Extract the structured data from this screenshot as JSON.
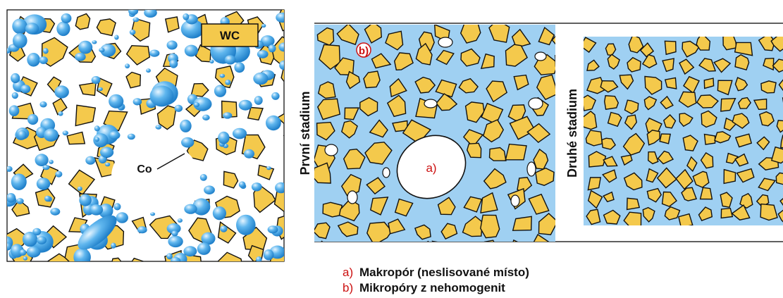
{
  "panel1": {
    "labels": {
      "wc": "WC",
      "co": "Co"
    }
  },
  "panel2": {
    "stage_label": "První stadium",
    "macropore_marker": "a)",
    "micropore_marker": "b)"
  },
  "panel3": {
    "stage_label": "Druhé stadium"
  },
  "legend": {
    "items": [
      {
        "key": "a)",
        "text": "Makropór (neslisované místo)"
      },
      {
        "key": "b)",
        "text": "Mikropóry z nehomogenit"
      }
    ]
  },
  "colors": {
    "wc_grain": "#f4c94c",
    "binder": "#9fd0f2",
    "co_droplet": "#4aa8e8",
    "pore": "#ffffff",
    "outline": "#111111",
    "marker_red": "#cc1111"
  }
}
